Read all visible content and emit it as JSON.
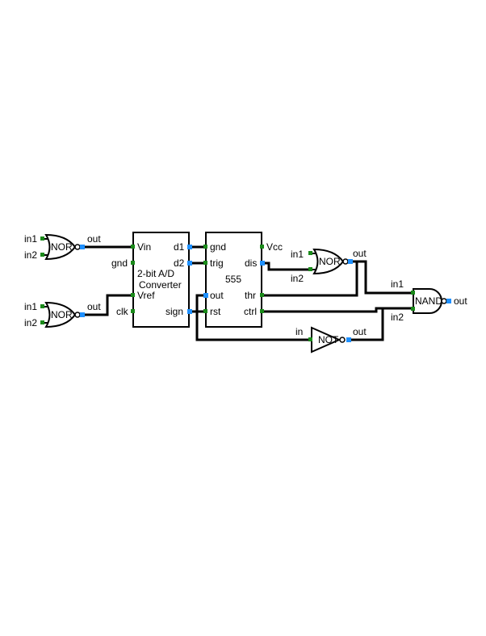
{
  "colors": {
    "input_pin": "#1a8a1a",
    "output_pin": "#1e90ff",
    "wire": "#000000"
  },
  "gates": {
    "nor1": {
      "label": "NOR",
      "in1": "in1",
      "in2": "in2",
      "out": "out"
    },
    "nor2": {
      "label": "NOR",
      "in1": "in1",
      "in2": "in2",
      "out": "out"
    },
    "nor3": {
      "label": "NOR",
      "in1": "in1",
      "in2": "in2",
      "out": "out"
    },
    "nand": {
      "label": "NAND",
      "in1": "in1",
      "in2": "in2",
      "out": "out"
    },
    "not": {
      "label": "NOT",
      "in": "in",
      "out": "out"
    }
  },
  "adc": {
    "title_line1": "2-bit A/D",
    "title_line2": "Converter",
    "pins": {
      "vin": "Vin",
      "gnd": "gnd",
      "vref": "Vref",
      "clk": "clk",
      "d1": "d1",
      "d2": "d2",
      "sign": "sign"
    }
  },
  "timer": {
    "title": "555",
    "pins": {
      "gnd": "gnd",
      "trig": "trig",
      "out": "out",
      "rst": "rst",
      "vcc": "Vcc",
      "dis": "dis",
      "thr": "thr",
      "ctrl": "ctrl"
    }
  }
}
